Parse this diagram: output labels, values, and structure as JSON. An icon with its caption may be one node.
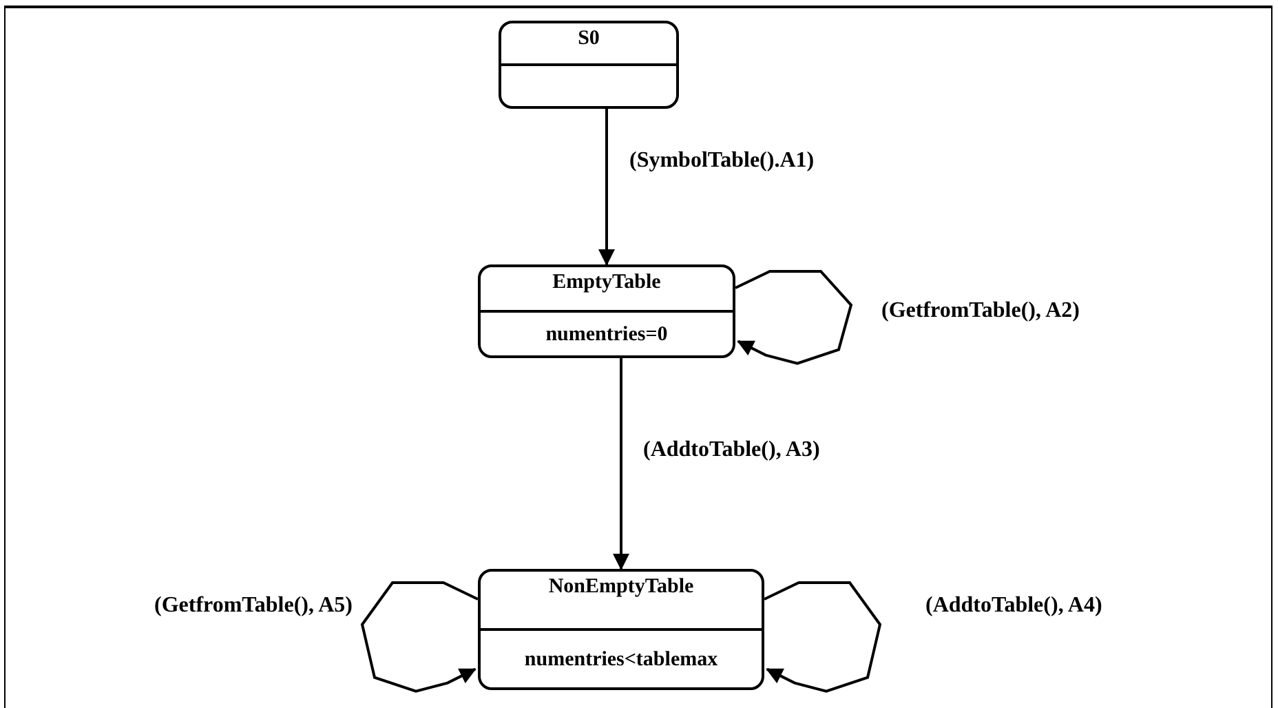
{
  "diagram": {
    "nodes": [
      {
        "text": [
          "S0"
        ]
      },
      {
        "text": [
          "EmptyTable",
          "numentries=0"
        ]
      },
      {
        "text": [
          "NonEmptyTable",
          "numentries<tablemax"
        ]
      }
    ],
    "edges": [
      {
        "from": 0,
        "to": 1,
        "arrow": "to",
        "label": "(SymbolTable().A1)"
      },
      {
        "from": 1,
        "to": 1,
        "arrow": "to",
        "label": "(GetfromTable(), A2)"
      },
      {
        "from": 1,
        "to": 2,
        "arrow": "to",
        "label": "(AddtoTable(), A3)"
      },
      {
        "from": 2,
        "to": 2,
        "arrow": "to",
        "label": "(GetfromTable(), A5)"
      },
      {
        "from": 2,
        "to": 2,
        "arrow": "to",
        "label": "(AddtoTable(), A4)"
      }
    ]
  }
}
